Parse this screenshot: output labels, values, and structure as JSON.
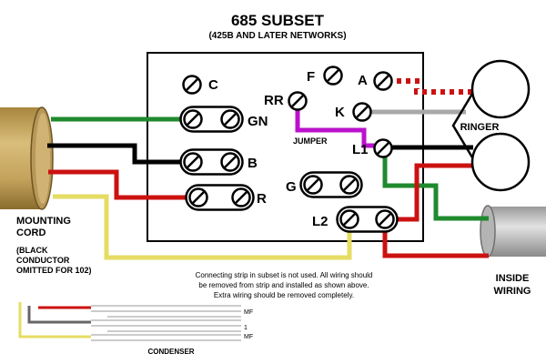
{
  "title": "685 SUBSET",
  "subtitle": "(425B AND LATER NETWORKS)",
  "terminals": {
    "c": "C",
    "f": "F",
    "a": "A",
    "rr": "RR",
    "k": "K",
    "gn": "GN",
    "l1": "L1",
    "b": "B",
    "g": "G",
    "r": "R",
    "l2": "L2"
  },
  "labels": {
    "jumper": "JUMPER",
    "ringer": "RINGER",
    "mounting_cord": "MOUNTING",
    "mounting_cord_2": "CORD",
    "mounting_note_1": "(BLACK",
    "mounting_note_2": "CONDUCTOR",
    "mounting_note_3": "OMITTED FOR 102)",
    "inside_wiring_1": "INSIDE",
    "inside_wiring_2": "WIRING",
    "condenser": "CONDENSER",
    "cap_mf_top": "MF",
    "cap_1": "1",
    "cap_mf_bottom": "MF"
  },
  "note": {
    "line1": "Connecting strip in subset is not used.  All wiring should",
    "line2": "be removed from strip and installed as shown above.",
    "line3": "Extra wiring should be removed completely."
  },
  "colors": {
    "green": "#1f8a2e",
    "black": "#000000",
    "red": "#cc1111",
    "yellow": "#e6dc64",
    "purple": "#bb11cc",
    "gray": "#a8a8a8",
    "tan": "#c8a864",
    "cable_gray": "#c8c8c8"
  }
}
